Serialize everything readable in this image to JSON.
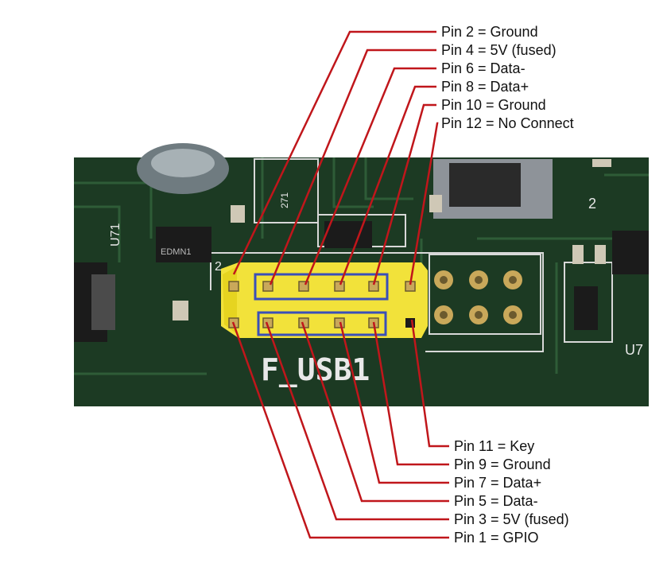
{
  "diagram": {
    "board_silkscreen": {
      "header_name": "F_USB1",
      "pin1_marker": "2",
      "component_u71": "U71",
      "component_u7": "U7",
      "component_271": "271",
      "chip_marking": "EDMN1",
      "right_marker": "2"
    },
    "top_labels": [
      "Pin 2 = Ground",
      "Pin 4 = 5V (fused)",
      "Pin 6 = Data-",
      "Pin 8 = Data+",
      "Pin 10 = Ground",
      "Pin 12 = No Connect"
    ],
    "bottom_labels": [
      "Pin 11 = Key",
      "Pin 9 = Ground",
      "Pin 7 = Data+",
      "Pin 5 = Data-",
      "Pin 3 = 5V (fused)",
      "Pin 1 = GPIO"
    ],
    "colors": {
      "pcb": "#1c3a23",
      "trace": "#2d5a35",
      "silkscreen": "#e8e8e8",
      "header": "#f2e23a",
      "leader_line": "#c0161b",
      "highlight_box": "#3a4fb8",
      "pad_gold": "#c9a85a"
    }
  }
}
